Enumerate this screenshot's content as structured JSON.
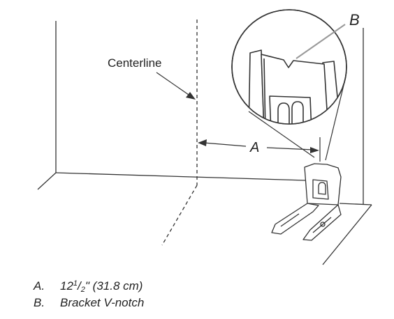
{
  "labels": {
    "centerline": "Centerline",
    "dim_a": "A",
    "dim_b": "B"
  },
  "legend": {
    "a_letter": "A.",
    "a_whole": "12",
    "a_num": "1",
    "a_slash": "/",
    "a_den": "2",
    "a_rest": "\" (31.8 cm)",
    "b_letter": "B.",
    "b_text": "Bracket V-notch"
  }
}
